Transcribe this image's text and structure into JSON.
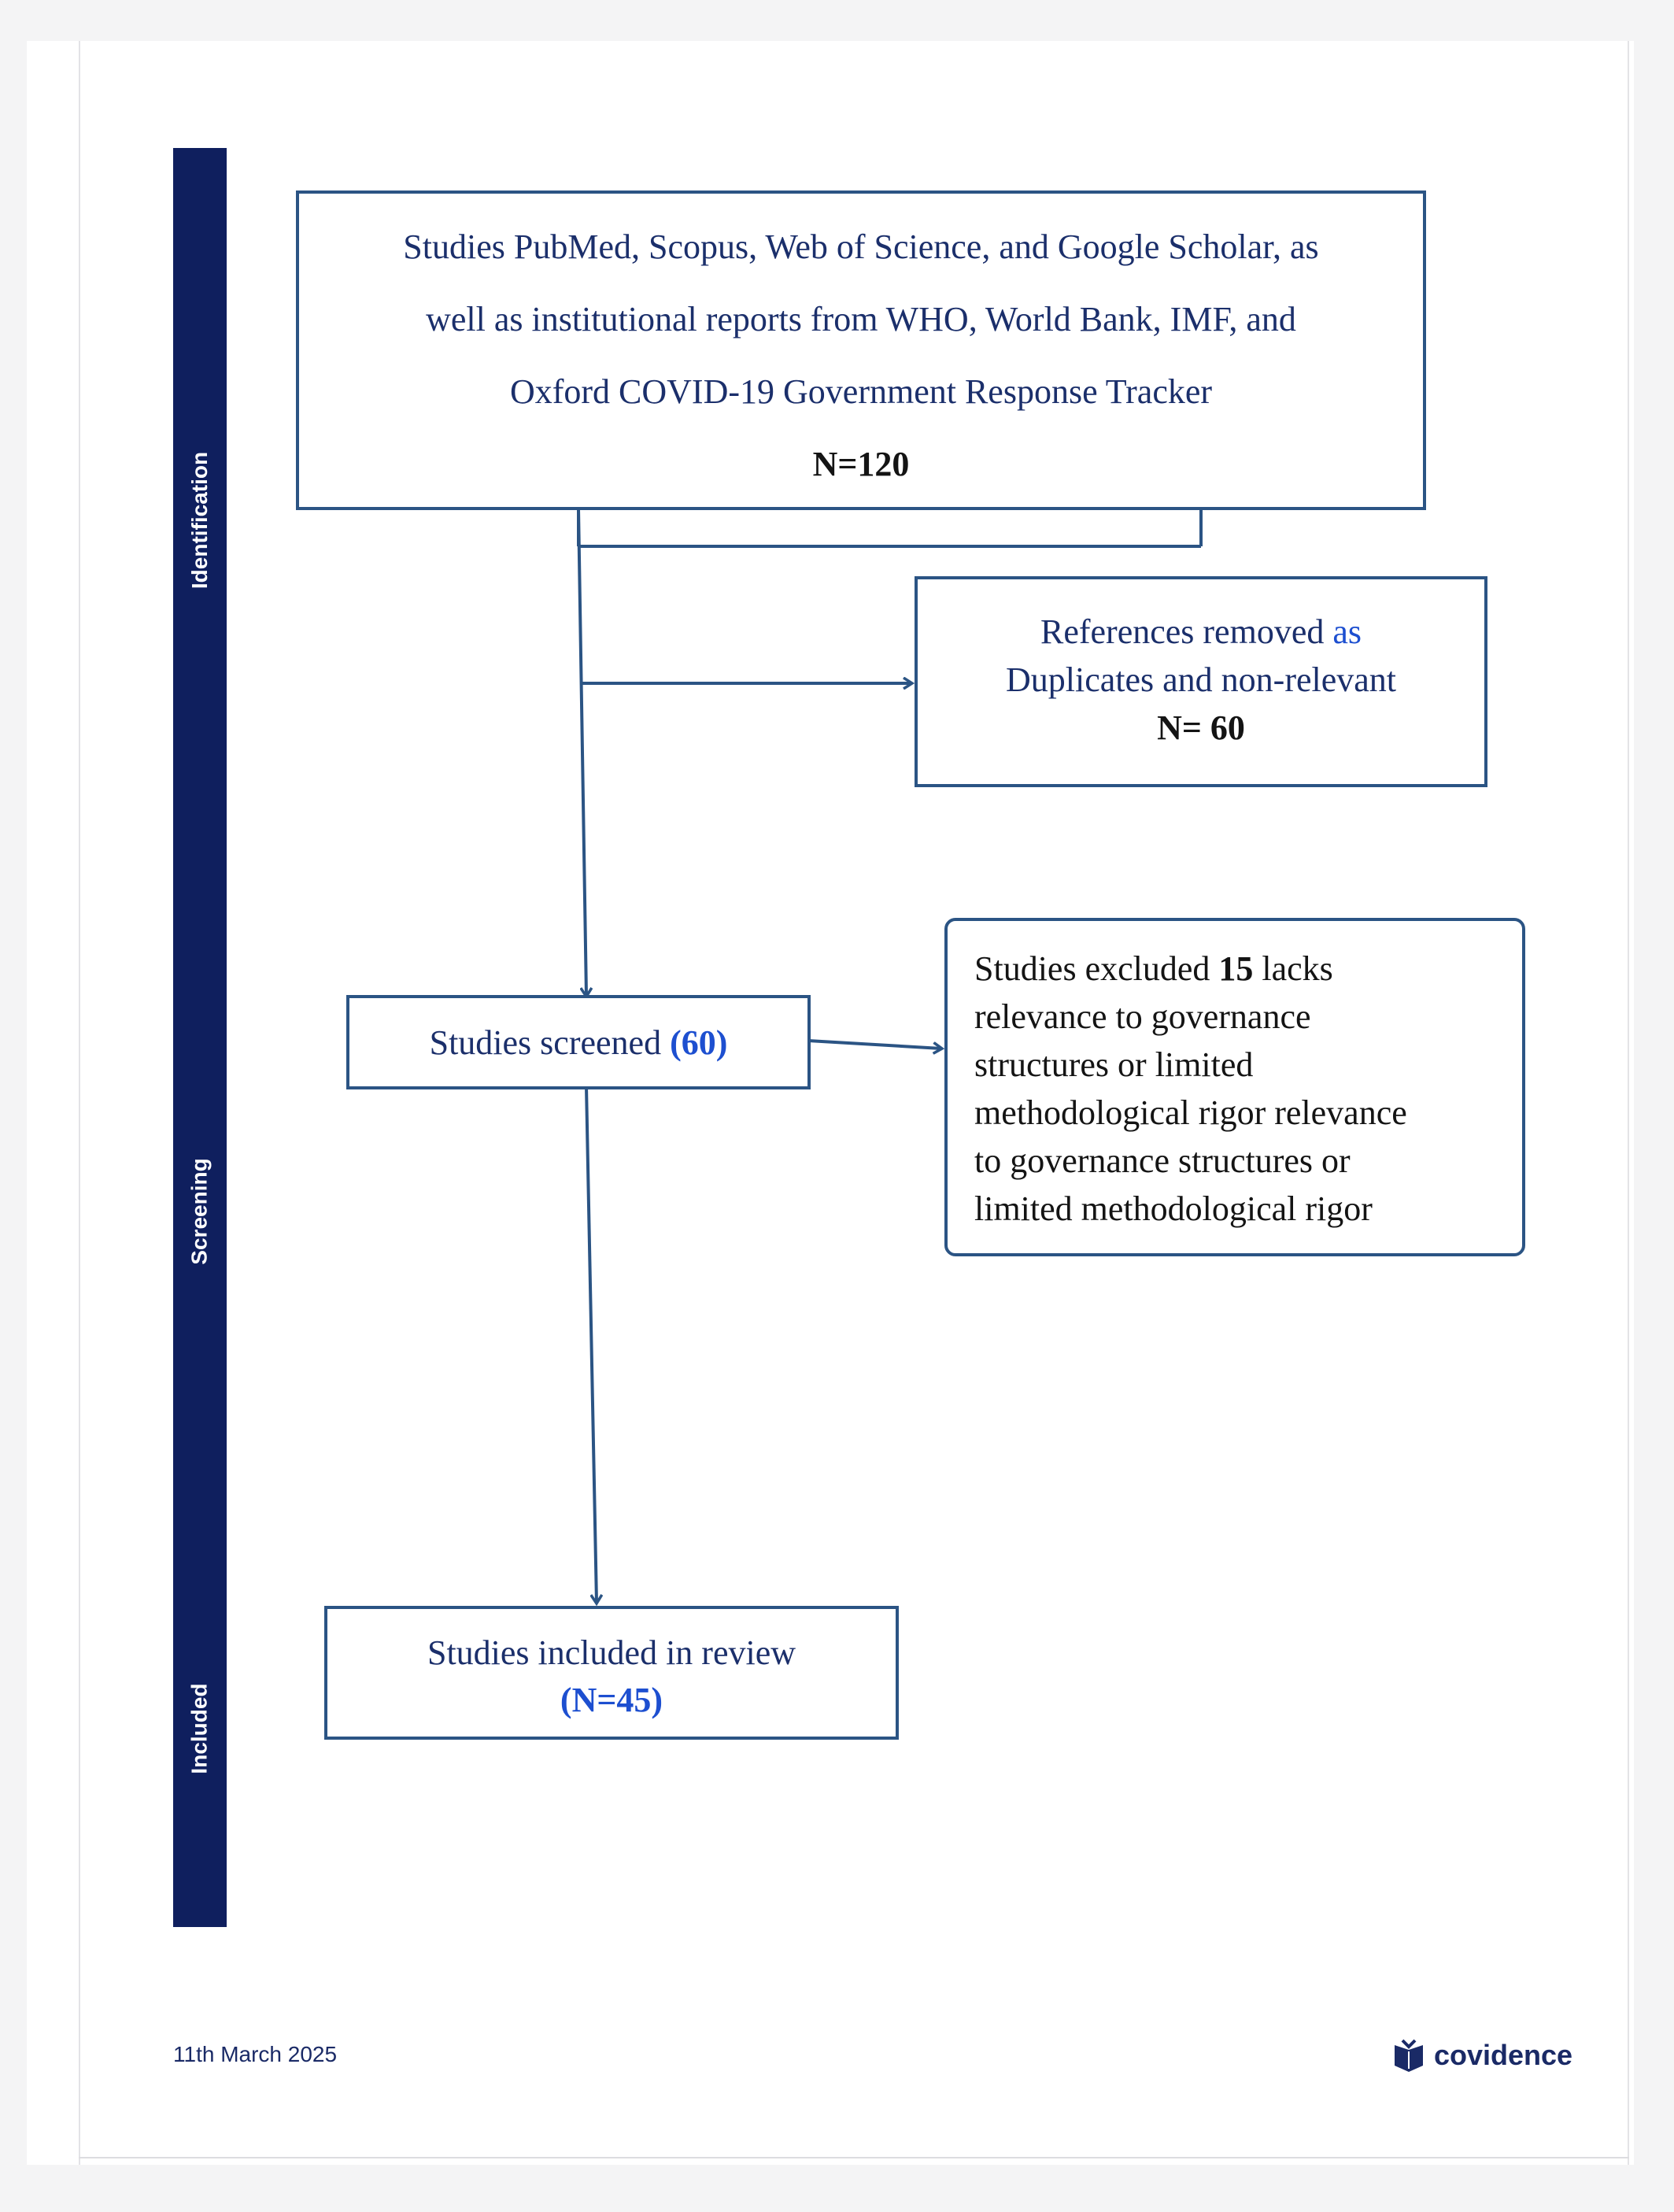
{
  "stages": {
    "identification": "Identification",
    "screening": "Screening",
    "included": "Included"
  },
  "boxes": {
    "sources": {
      "line1": "Studies PubMed, Scopus, Web of Science, and Google Scholar, as",
      "line2": "well as institutional reports from WHO, World Bank, IMF, and",
      "line3": "Oxford COVID-19 Government Response Tracker",
      "count": "N=120"
    },
    "removed": {
      "text_a": "References removed ",
      "text_b": "as",
      "line2": "Duplicates and non-relevant",
      "count": "N= 60"
    },
    "screened": {
      "label": "Studies screened ",
      "count": "(60)"
    },
    "excluded": {
      "prefix": "Studies excluded ",
      "count": "15",
      "suffix": " lacks",
      "line2": "relevance to governance",
      "line3": "structures or limited",
      "line4": "methodological rigor relevance",
      "line5": "to governance structures or",
      "line6": "limited methodological rigor"
    },
    "included": {
      "label": "Studies included in review",
      "count": "(N=45)"
    }
  },
  "footer": {
    "date": "11th March 2025",
    "brand": "covidence"
  },
  "colors": {
    "stage_bar": "#0f1f5e",
    "box_border": "#2b5484",
    "arrow": "#2b5484",
    "text": "#1b2f6b",
    "highlight": "#1d4fd0"
  }
}
